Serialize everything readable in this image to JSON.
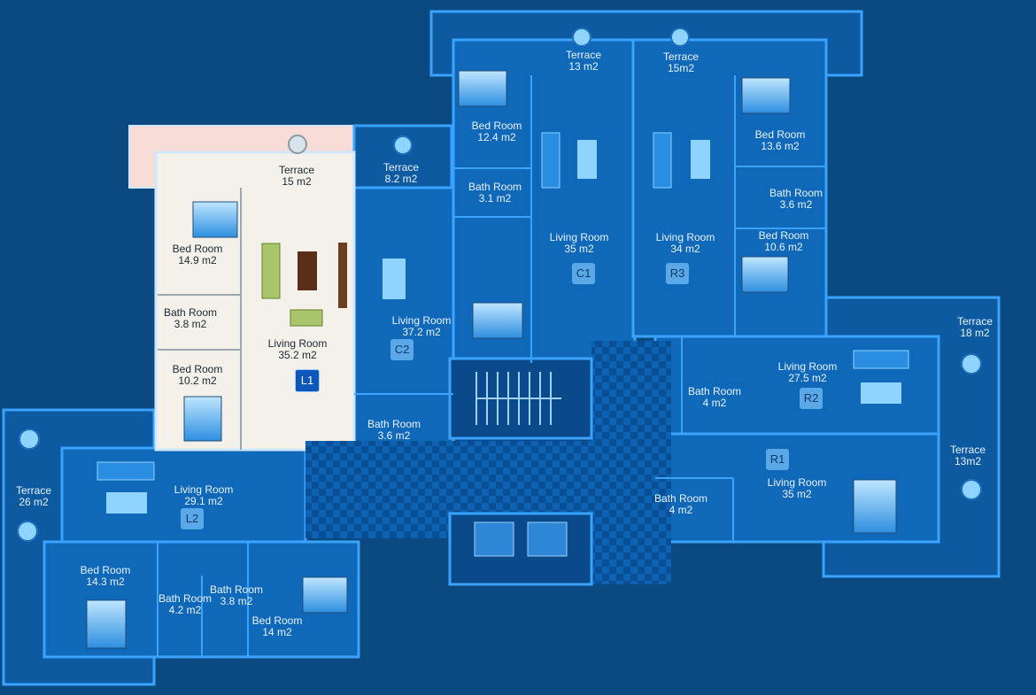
{
  "units": [
    {
      "code": "L1",
      "selected": true
    },
    {
      "code": "C1",
      "selected": false
    },
    {
      "code": "C2",
      "selected": false
    },
    {
      "code": "R1",
      "selected": false
    },
    {
      "code": "R2",
      "selected": false
    },
    {
      "code": "R3",
      "selected": false
    },
    {
      "code": "L2",
      "selected": false
    }
  ],
  "rooms": [
    {
      "name": "Terrace",
      "area": "15 m2"
    },
    {
      "name": "Bed Room",
      "area": "14.9 m2"
    },
    {
      "name": "Bath Room",
      "area": "3.8 m2"
    },
    {
      "name": "Bed Room",
      "area": "10.2 m2"
    },
    {
      "name": "Living Room",
      "area": "35.2 m2"
    },
    {
      "name": "Terrace",
      "area": "8.2 m2"
    },
    {
      "name": "Living Room",
      "area": "37.2 m2"
    },
    {
      "name": "Bath Room",
      "area": "3.6 m2"
    },
    {
      "name": "Terrace",
      "area": "13 m2"
    },
    {
      "name": "Bed Room",
      "area": "12.4 m2"
    },
    {
      "name": "Bath Room",
      "area": "3.1 m2"
    },
    {
      "name": "Living Room",
      "area": "35  m2"
    },
    {
      "name": "Terrace",
      "area": "15m2"
    },
    {
      "name": "Bed Room",
      "area": "13.6 m2"
    },
    {
      "name": "Bath Room",
      "area": "3.6 m2"
    },
    {
      "name": "Bed Room",
      "area": "10.6 m2"
    },
    {
      "name": "Living Room",
      "area": "34  m2"
    },
    {
      "name": "Terrace",
      "area": "18 m2"
    },
    {
      "name": "Living Room",
      "area": "27.5 m2"
    },
    {
      "name": "Bath Room",
      "area": "4 m2"
    },
    {
      "name": "Terrace",
      "area": "13m2"
    },
    {
      "name": "Living Room",
      "area": "35  m2"
    },
    {
      "name": "Bath Room",
      "area": "4 m2"
    },
    {
      "name": "Terrace",
      "area": "26 m2"
    },
    {
      "name": "Living Room",
      "area": "29.1 m2"
    },
    {
      "name": "Bed Room",
      "area": "14.3 m2"
    },
    {
      "name": "Bath Room",
      "area": "4.2 m2"
    },
    {
      "name": "Bath Room",
      "area": "3.8 m2"
    },
    {
      "name": "Bed Room",
      "area": "14 m2"
    }
  ],
  "colors": {
    "background": "#0b4a80",
    "wall": "#3aa3ff",
    "room_fill": "#1068b8",
    "selected_fill": "#f4f1ea",
    "selected_terrace": "#f7dcd8",
    "furniture": "#48b8ff",
    "circulation": "#0a5aa8"
  }
}
